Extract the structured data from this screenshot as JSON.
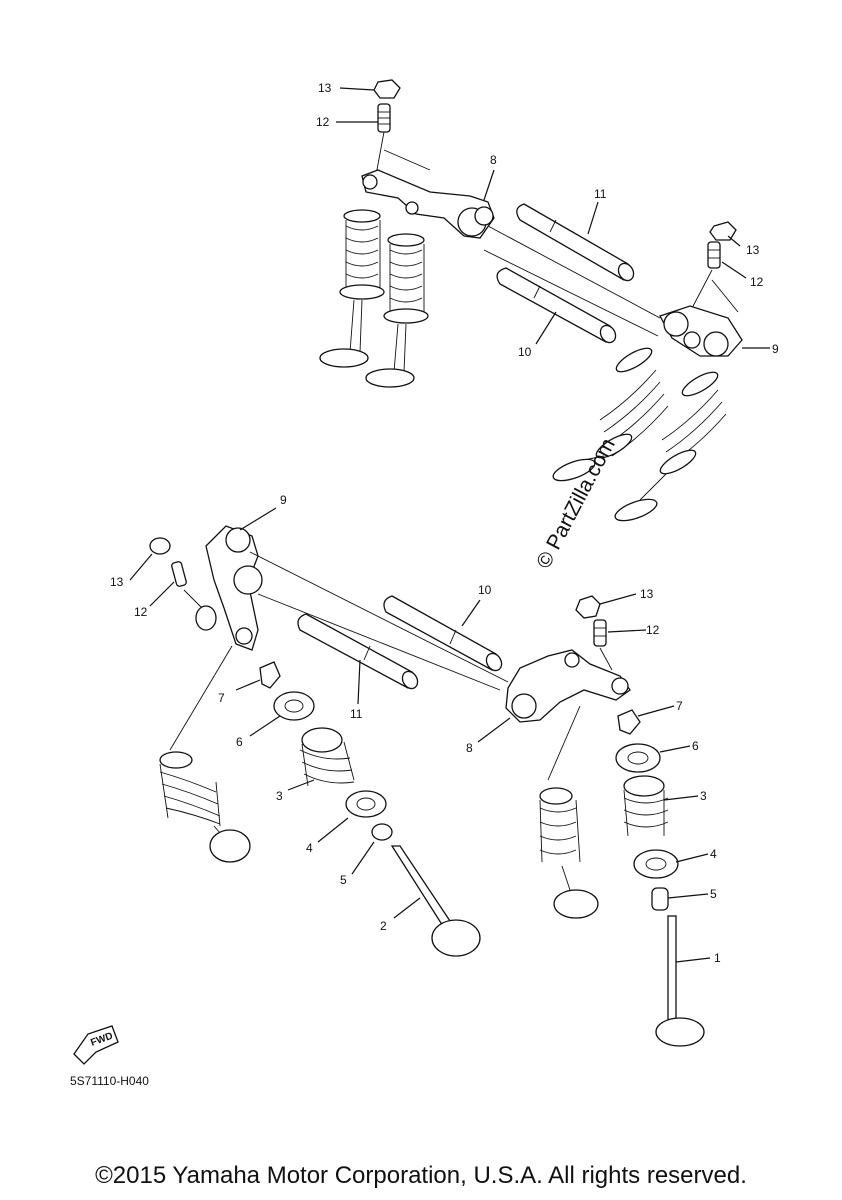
{
  "callouts": [
    "1",
    "2",
    "3",
    "4",
    "5",
    "6",
    "7",
    "8",
    "9",
    "10",
    "11",
    "12",
    "13"
  ],
  "watermark": "© PartZilla.com",
  "fwd_label": "FWD",
  "diagram_code": "5S71110-H040",
  "copyright": "©2015 Yamaha Motor Corporation, U.S.A. All rights reserved."
}
